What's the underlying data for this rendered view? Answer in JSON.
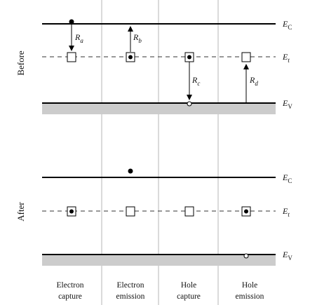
{
  "colors": {
    "line": "#000000",
    "band_fill": "#cccccc",
    "separator": "#b5b5b5",
    "dashed": "#333333"
  },
  "panels": {
    "before": "Before",
    "after": "After"
  },
  "levels": {
    "conduction": {
      "main": "E",
      "sub": "C"
    },
    "trap": {
      "main": "E",
      "sub": "t"
    },
    "valence": {
      "main": "E",
      "sub": "V"
    }
  },
  "rates": [
    {
      "main": "R",
      "sub": "a"
    },
    {
      "main": "R",
      "sub": "b"
    },
    {
      "main": "R",
      "sub": "c"
    },
    {
      "main": "R",
      "sub": "d"
    }
  ],
  "processes": [
    {
      "line1": "Electron",
      "line2": "capture"
    },
    {
      "line1": "Electron",
      "line2": "emission"
    },
    {
      "line1": "Hole",
      "line2": "capture"
    },
    {
      "line1": "Hole",
      "line2": "emission"
    }
  ],
  "trap_states": {
    "before": [
      "empty",
      "filled",
      "filled",
      "empty"
    ],
    "after": [
      "filled",
      "empty",
      "empty",
      "filled"
    ]
  }
}
